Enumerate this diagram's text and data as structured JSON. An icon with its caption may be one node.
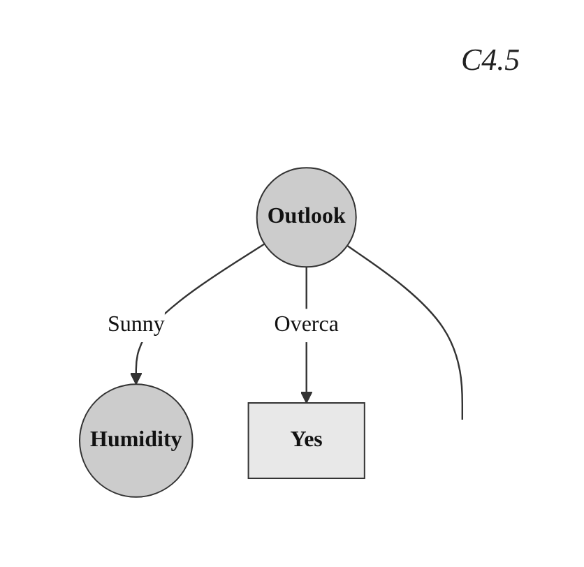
{
  "diagram": {
    "title": "C4.5",
    "nodes": [
      {
        "text": [
          "Outlook"
        ]
      },
      {
        "text": [
          "Humidity"
        ]
      },
      {
        "text": [
          "Yes"
        ]
      }
    ],
    "edges": [
      {
        "from": 0,
        "to": 1,
        "arrow": "to",
        "label": "Sunny"
      },
      {
        "from": 0,
        "to": 2,
        "arrow": "to",
        "label": "Overca"
      },
      {
        "from": 0,
        "to": null,
        "arrow": "none"
      }
    ]
  }
}
